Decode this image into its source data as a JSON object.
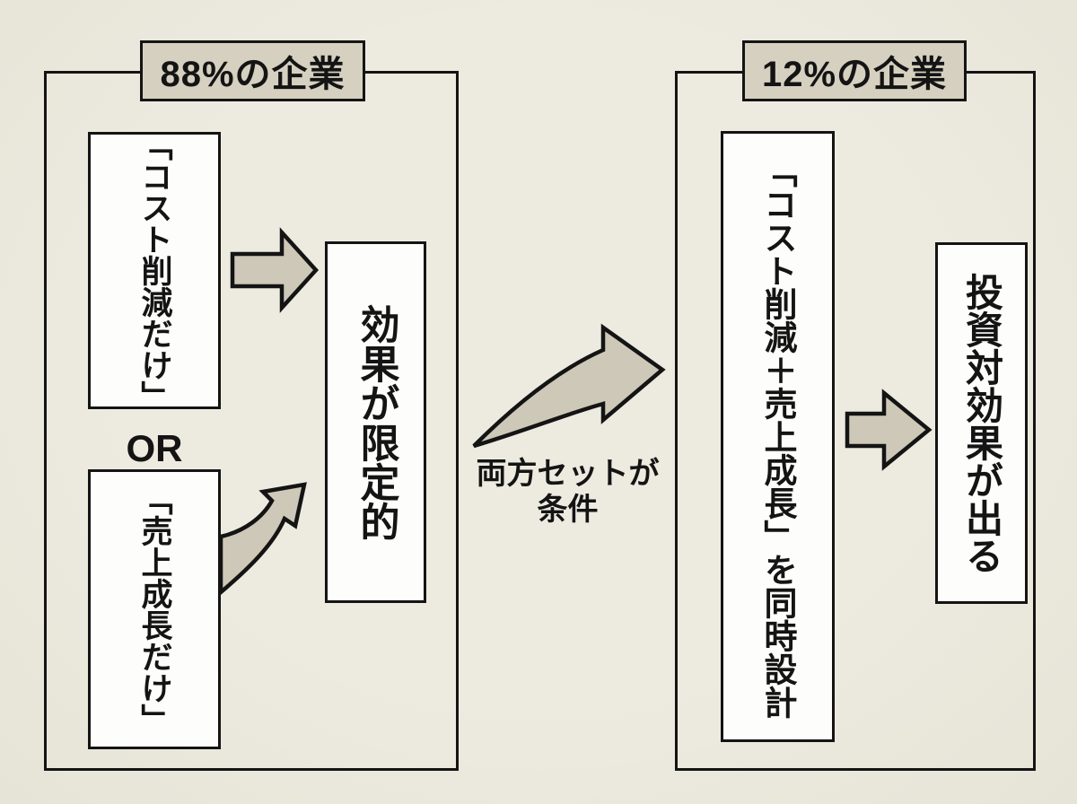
{
  "left_group": {
    "header": "88%の企業",
    "box_cost": "「コスト削減だけ」",
    "or_label": "OR",
    "box_sales": "「売上成長だけ」",
    "box_result": "効果が限定的"
  },
  "middle": {
    "caption_line1": "両方セットが",
    "caption_line2": "条件"
  },
  "right_group": {
    "header": "12%の企業",
    "box_design": "「コスト削減＋売上成長」を同時設計",
    "box_result": "投資対効果が出る"
  },
  "icons": {
    "left_arrow": "arrow-right-icon",
    "curved_arrow": "curved-arrow-up-right-icon",
    "big_arrow": "big-swoosh-arrow-right-icon",
    "right_arrow": "arrow-right-icon"
  },
  "colors": {
    "background": "#EDEBE0",
    "box_fill": "#FDFDFB",
    "header_fill": "#D6D0C0",
    "arrow_fill": "#CEC8B8",
    "line": "#141414"
  }
}
